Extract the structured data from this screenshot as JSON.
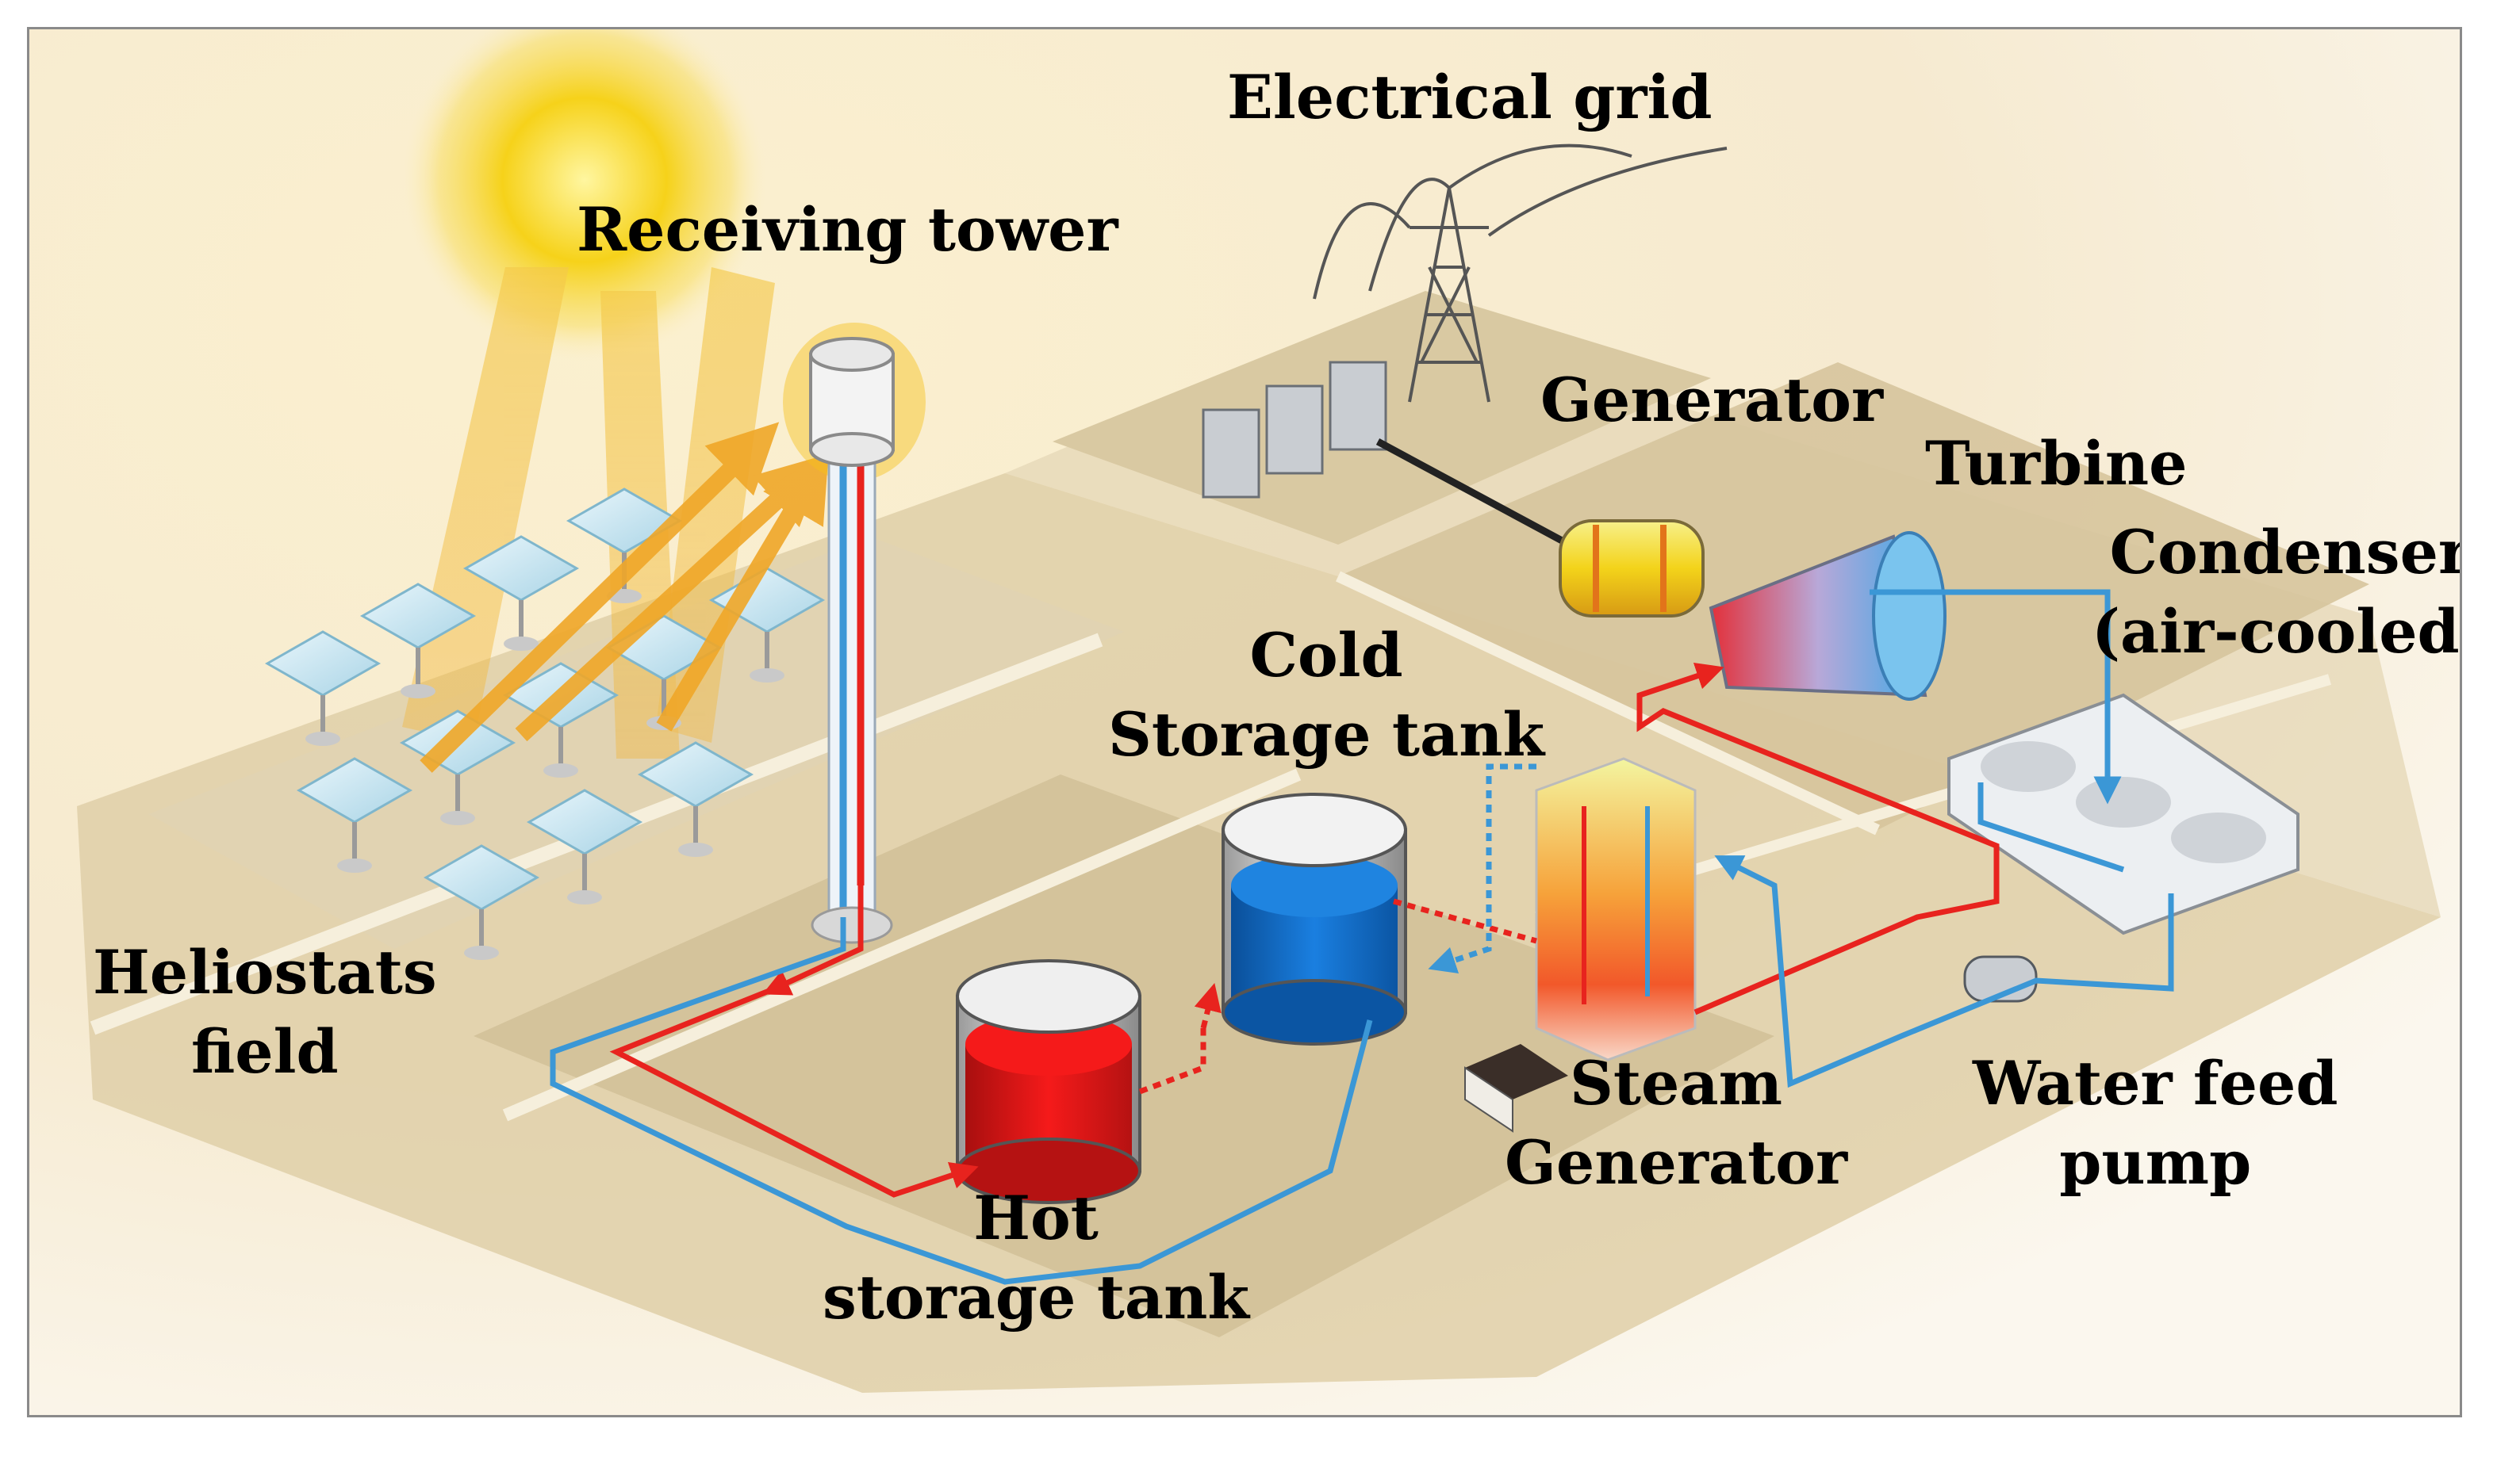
{
  "labels": {
    "electrical_grid": "Electrical grid",
    "receiving_tower": "Receiving tower",
    "generator": "Generator",
    "turbine": "Turbine",
    "condenser_line1": "Condenser",
    "condenser_line2": "(air-cooled)",
    "cold_tank_line1": "Cold",
    "cold_tank_line2": "Storage tank",
    "heliostats_line1": "Heliostats",
    "heliostats_line2": "field",
    "steam_gen_line1": "Steam",
    "steam_gen_line2": "Generator",
    "water_pump_line1": "Water feed",
    "water_pump_line2": "pump",
    "hot_tank_line1": "Hot",
    "hot_tank_line2": "storage tank"
  },
  "colors": {
    "hot_flow": "#e8231e",
    "cold_flow": "#3b97d6",
    "hot_fluid": "#f01818",
    "cold_fluid": "#0a74d4",
    "sun": "#f6d21a",
    "ground": "#dfcfa8",
    "light_ray": "#f2b233"
  }
}
